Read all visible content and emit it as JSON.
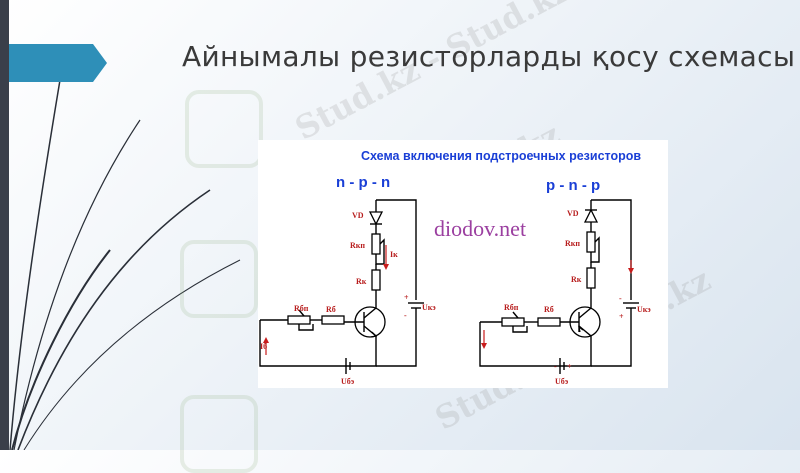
{
  "slide": {
    "title": "Айнымалы резисторларды қосу схемасы",
    "watermark_text": "Stud.kz - Stud.kz"
  },
  "colors": {
    "accent": "#2e8fb8",
    "left_bar": "#3a3f4a",
    "diagram_title": "#1a3fd6",
    "labels": "#b81e1e",
    "site": "#9b3fa0"
  },
  "diagram": {
    "title": "Схема включения подстроечных резисторов",
    "site": "diodov.net",
    "left": {
      "type": "n - p - n",
      "vd": "VD",
      "rkp": "Rкп",
      "rk": "Rк",
      "rbp": "Rбп",
      "rb": "Rб",
      "ik": "Iк",
      "ib": "Iб",
      "uke": "Uкэ",
      "ube": "Uбэ",
      "plus": "+",
      "minus": "-"
    },
    "right": {
      "type": "p - n - p",
      "vd": "VD",
      "rkp": "Rкп",
      "rk": "Rк",
      "rbp": "Rбп",
      "rb": "Rб",
      "uke": "Uкэ",
      "ube": "Uбэ",
      "plus": "+",
      "minus": "-"
    }
  }
}
